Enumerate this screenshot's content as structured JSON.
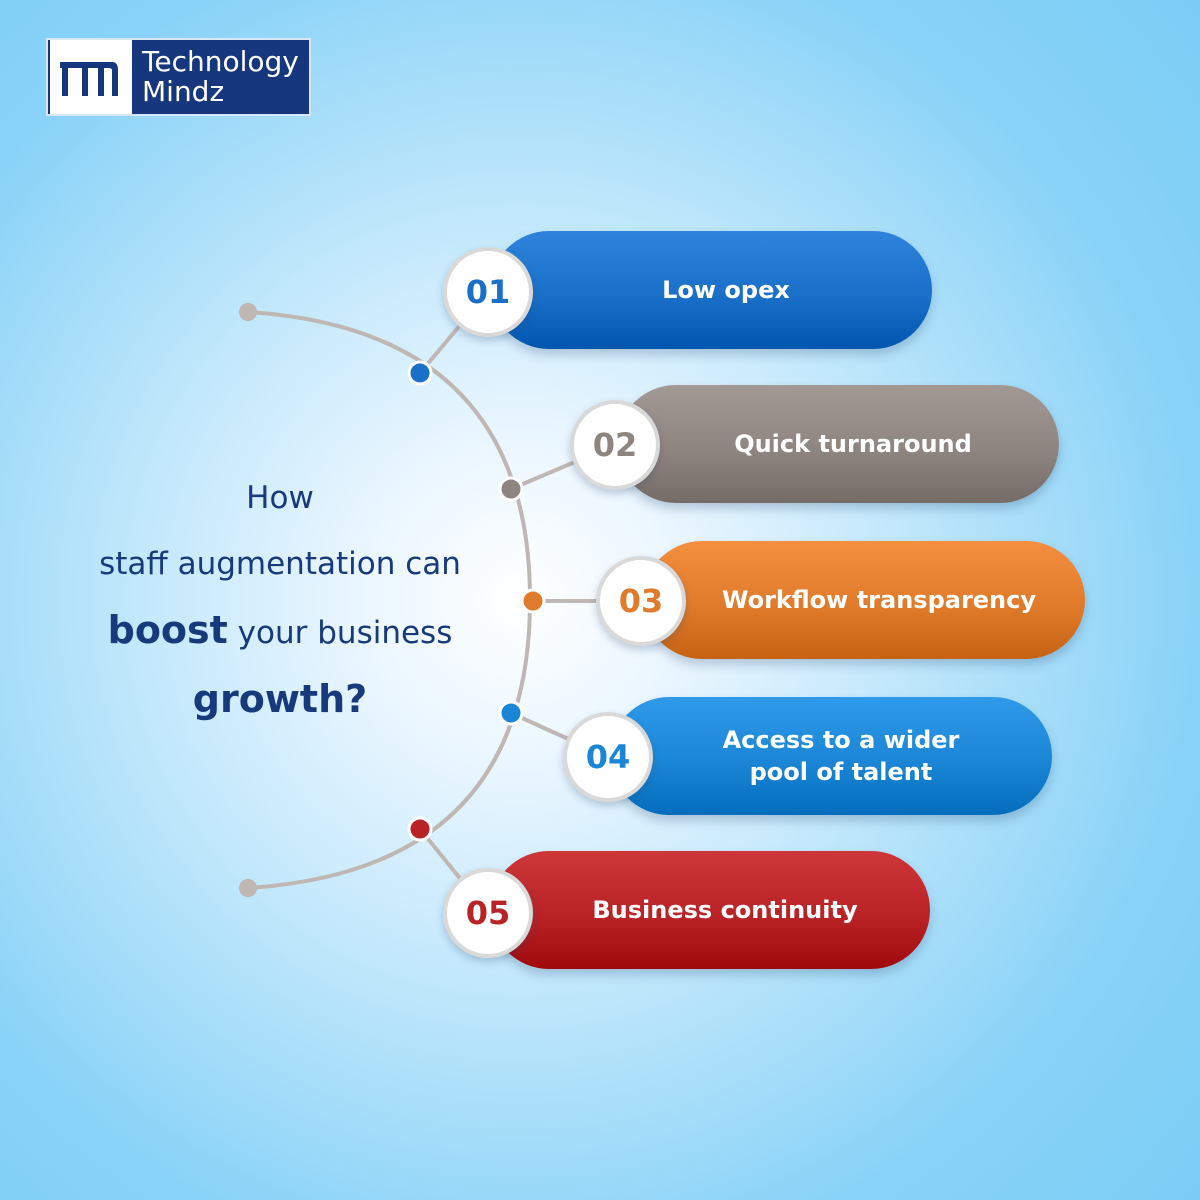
{
  "brand": {
    "name_line1": "Technology",
    "name_line2": "Mindz",
    "color": "#16367e"
  },
  "question": {
    "line1": "How",
    "line2": "staff augmentation can",
    "line3_strong": "boost",
    "line3_rest": " your business",
    "line4_strong": "growth?",
    "color": "#173a7c"
  },
  "items": [
    {
      "number": "01",
      "label": "Low opex",
      "color": "#1a6fc8",
      "icon": "dot-icon"
    },
    {
      "number": "02",
      "label": "Quick turnaround",
      "color": "#8f8580",
      "icon": "dot-icon"
    },
    {
      "number": "03",
      "label": "Workflow transparency",
      "color": "#e07b2b",
      "icon": "dot-icon"
    },
    {
      "number": "04",
      "label": "Access to a wider pool of talent",
      "color": "#1c86d6",
      "icon": "dot-icon"
    },
    {
      "number": "05",
      "label": "Business continuity",
      "color": "#b92326",
      "icon": "dot-icon"
    }
  ],
  "arc_color": "#bfb7b4"
}
